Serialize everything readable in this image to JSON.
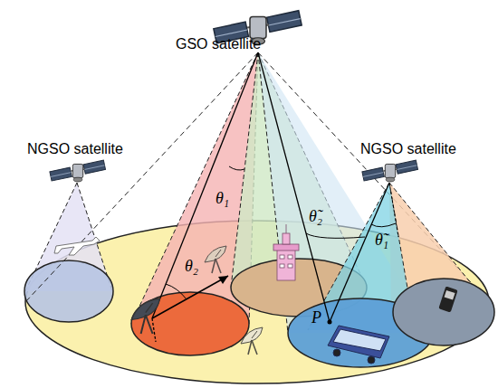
{
  "diagram": {
    "labels": [
      "GSO satellite",
      "NGSO satellite",
      "NGSO satellite",
      "θ₁",
      "θ₂",
      "θ̃₂",
      "θ̃₁",
      "P"
    ]
  }
}
